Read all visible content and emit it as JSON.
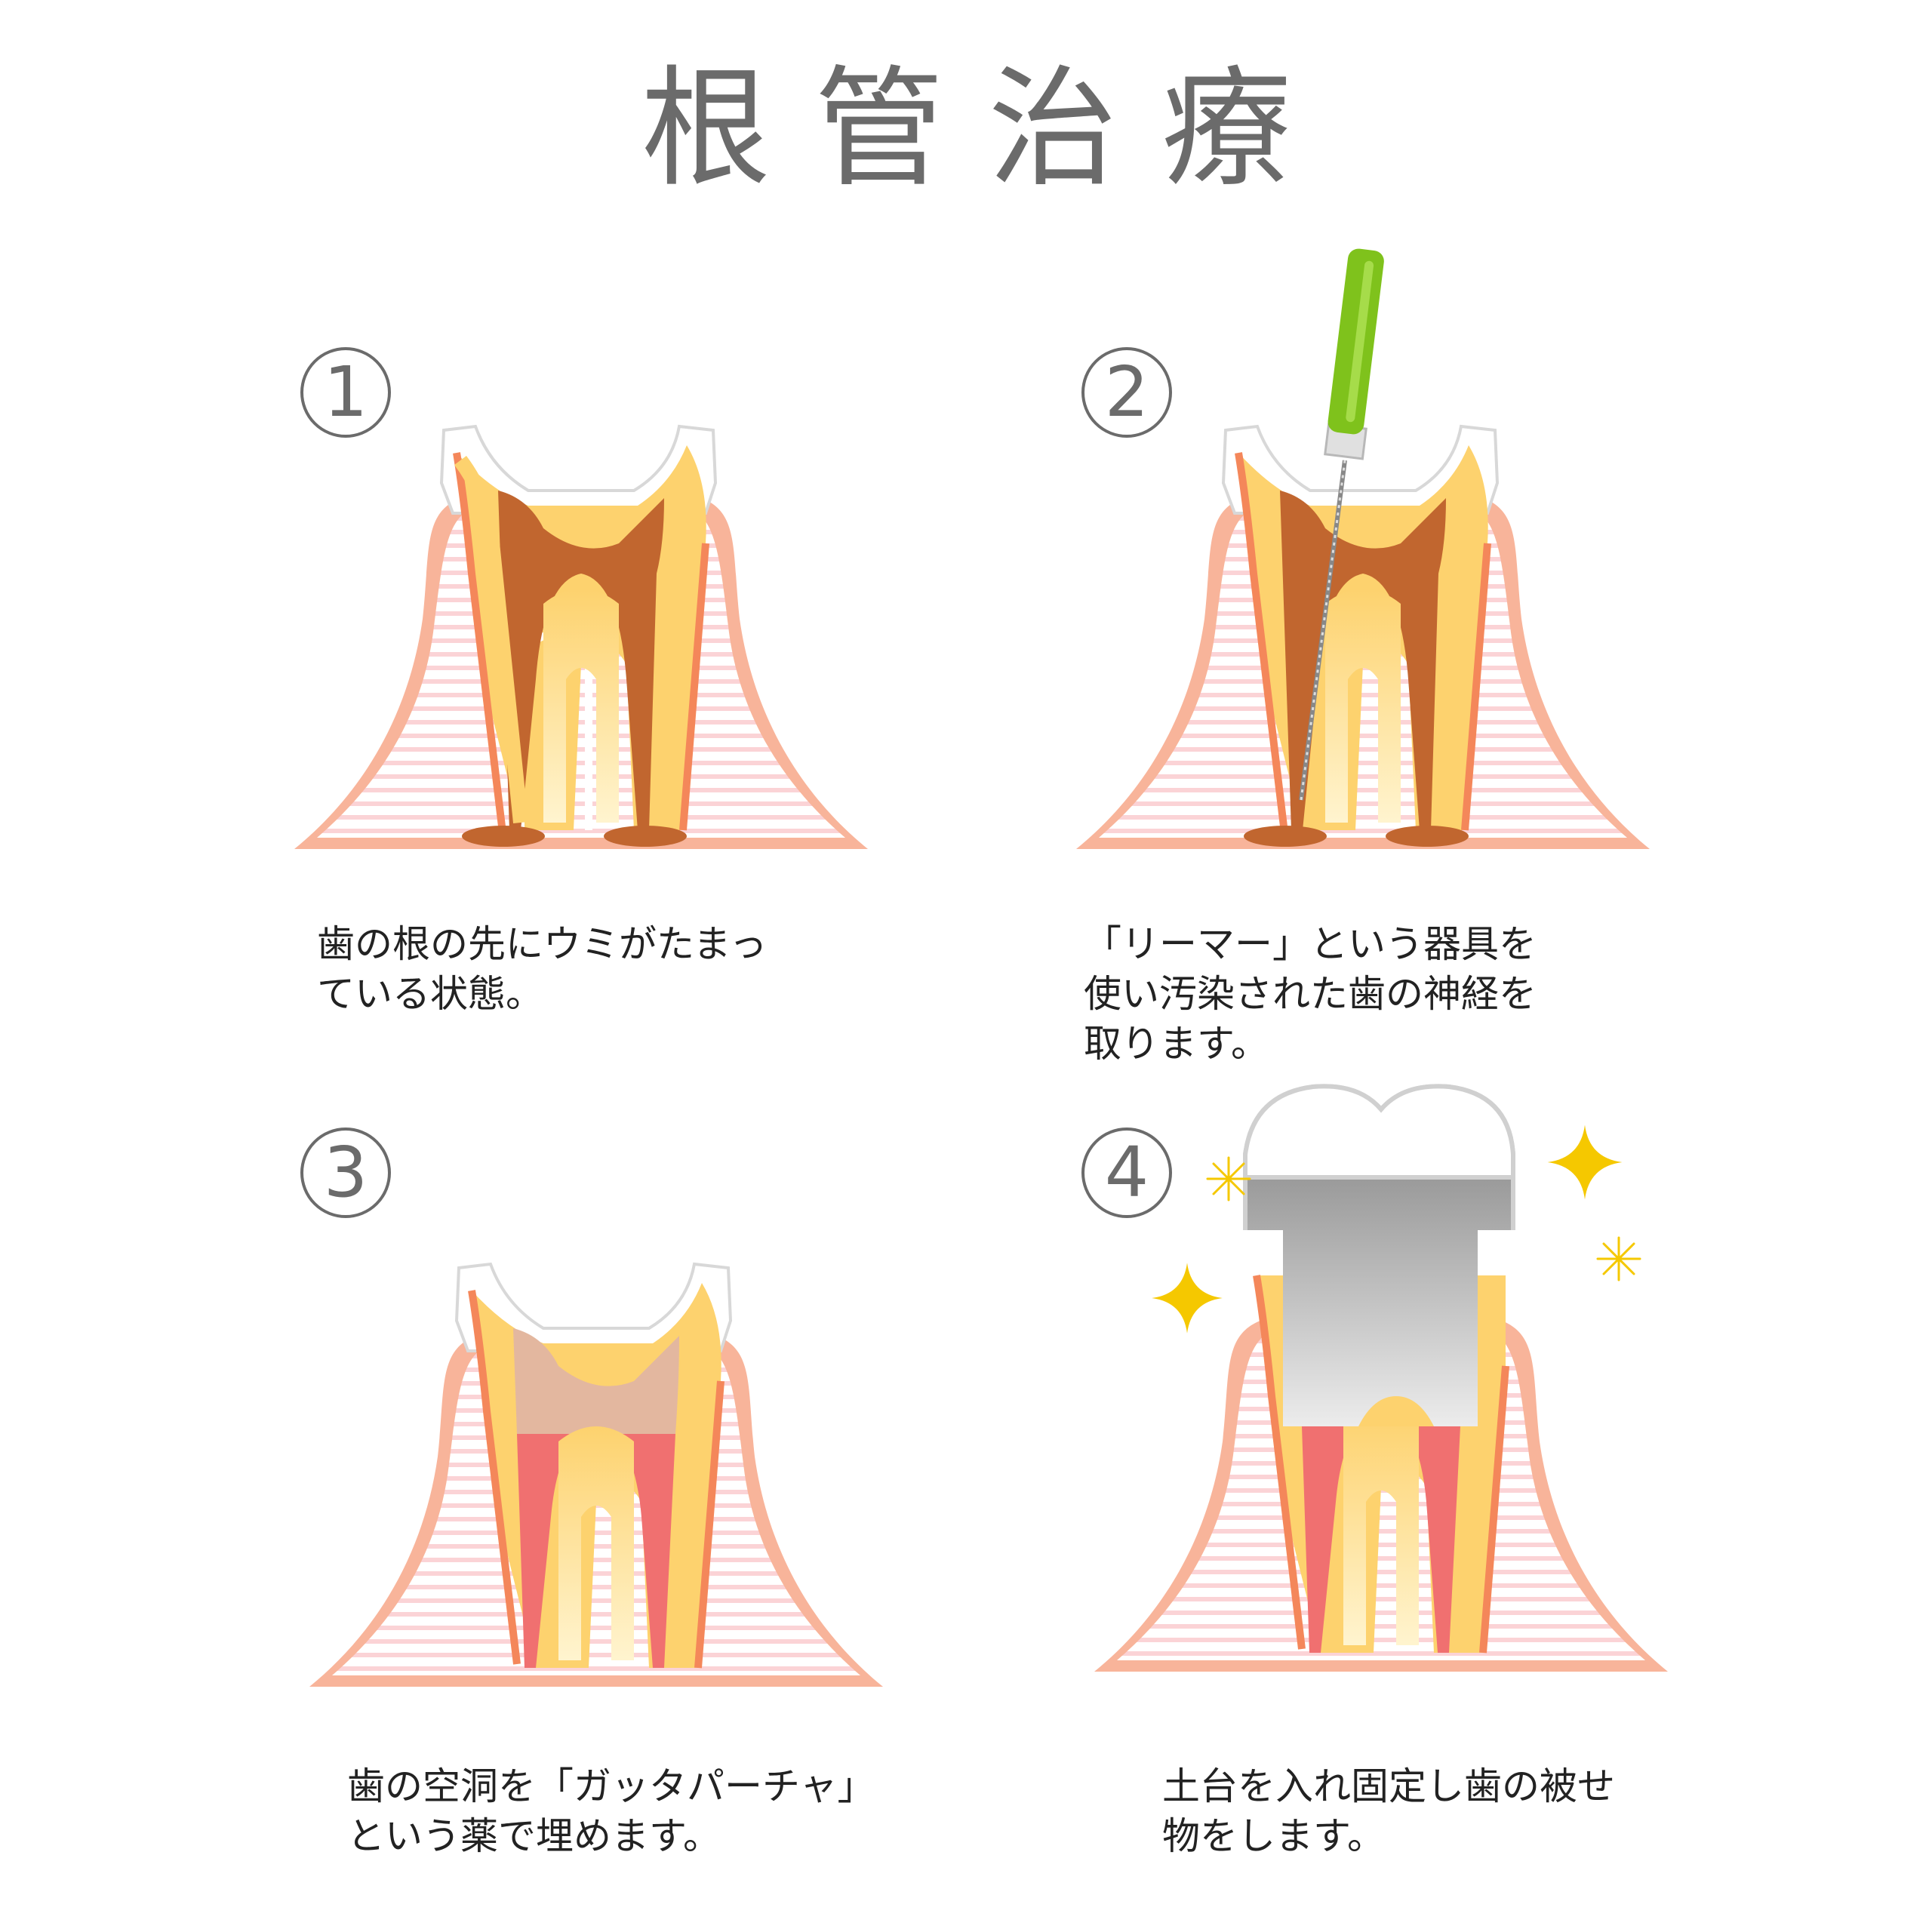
{
  "title": "根管治療",
  "steps": [
    {
      "number": "1",
      "lines": [
        "歯の根の先にウミがたまっ",
        "ている状態。"
      ]
    },
    {
      "number": "2",
      "lines": [
        "「リーマー」という器具を",
        "使い汚染された歯の神経を",
        "取ります。"
      ]
    },
    {
      "number": "3",
      "lines": [
        "歯の空洞を「ガッタパーチャ」",
        "という薬で埋めます。"
      ]
    },
    {
      "number": "4",
      "lines": [
        "土台を入れ固定し歯の被せ",
        "物をします。"
      ]
    }
  ],
  "colors": {
    "gum": "#f8b49a",
    "gum_stripe": "#fbd3d6",
    "root_outline": "#f4875a",
    "dentin": "#fdd26e",
    "enamel": "#ffffff",
    "pus": "#c1662f",
    "gutta_percha": "#f07070",
    "temp_fill": "#e3b79f",
    "reamer_handle": "#7fc21c",
    "post_metal": "#a9a9a9",
    "sparkle": "#f5c800"
  }
}
